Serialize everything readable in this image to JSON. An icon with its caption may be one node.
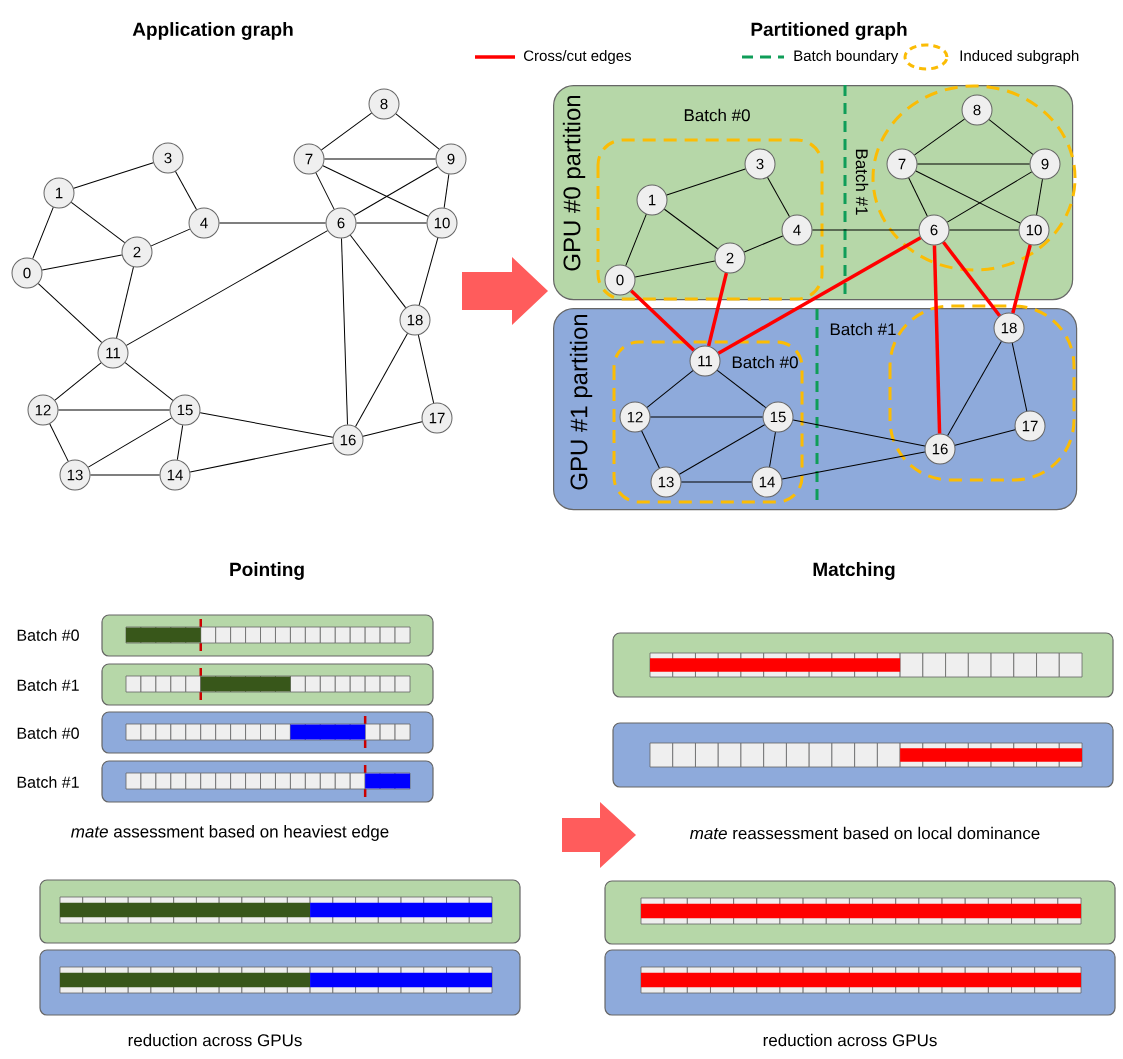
{
  "diagram": {
    "nodes": [
      {
        "text": [
          "0"
        ]
      },
      {
        "text": [
          "1"
        ]
      },
      {
        "text": [
          "2"
        ]
      },
      {
        "text": [
          "3"
        ]
      },
      {
        "text": [
          "4"
        ]
      },
      {
        "text": [
          "6"
        ]
      },
      {
        "text": [
          "7"
        ]
      },
      {
        "text": [
          "8"
        ]
      },
      {
        "text": [
          "9"
        ]
      },
      {
        "text": [
          "10"
        ]
      },
      {
        "text": [
          "11"
        ]
      },
      {
        "text": [
          "12"
        ]
      },
      {
        "text": [
          "13"
        ]
      },
      {
        "text": [
          "14"
        ]
      },
      {
        "text": [
          "15"
        ]
      },
      {
        "text": [
          "16"
        ]
      },
      {
        "text": [
          "17"
        ]
      },
      {
        "text": [
          "18"
        ]
      },
      {
        "text": [
          "GPU #0 partition",
          "Batch #0",
          "Batch #1"
        ]
      },
      {
        "text": [
          "0"
        ],
        "in": 18
      },
      {
        "text": [
          "1"
        ],
        "in": 18
      },
      {
        "text": [
          "2"
        ],
        "in": 18
      },
      {
        "text": [
          "3"
        ],
        "in": 18
      },
      {
        "text": [
          "4"
        ],
        "in": 18
      },
      {
        "text": [
          "6"
        ],
        "in": 18
      },
      {
        "text": [
          "7"
        ],
        "in": 18
      },
      {
        "text": [
          "8"
        ],
        "in": 18
      },
      {
        "text": [
          "9"
        ],
        "in": 18
      },
      {
        "text": [
          "10"
        ],
        "in": 18
      },
      {
        "text": [
          "GPU #1 partition",
          "Batch #1",
          "Batch #0"
        ]
      },
      {
        "text": [
          "11"
        ],
        "in": 29
      },
      {
        "text": [
          "12"
        ],
        "in": 29
      },
      {
        "text": [
          "13"
        ],
        "in": 29
      },
      {
        "text": [
          "14"
        ],
        "in": 29
      },
      {
        "text": [
          "15"
        ],
        "in": 29
      },
      {
        "text": [
          "16"
        ],
        "in": 29
      },
      {
        "text": [
          "17"
        ],
        "in": 29
      },
      {
        "text": [
          "18"
        ],
        "in": 29
      }
    ],
    "edges": [
      {
        "from": 0,
        "to": 1,
        "arrow": "none"
      },
      {
        "from": 0,
        "to": 2,
        "arrow": "none"
      },
      {
        "from": 0,
        "to": 10,
        "arrow": "none"
      },
      {
        "from": 1,
        "to": 3,
        "arrow": "none"
      },
      {
        "from": 1,
        "to": 2,
        "arrow": "none"
      },
      {
        "from": 2,
        "to": 4,
        "arrow": "none"
      },
      {
        "from": 2,
        "to": 10,
        "arrow": "none"
      },
      {
        "from": 3,
        "to": 4,
        "arrow": "none"
      },
      {
        "from": 4,
        "to": 5,
        "arrow": "none"
      },
      {
        "from": 5,
        "to": 10,
        "arrow": "none"
      },
      {
        "from": 5,
        "to": 6,
        "arrow": "none"
      },
      {
        "from": 5,
        "to": 8,
        "arrow": "none"
      },
      {
        "from": 5,
        "to": 9,
        "arrow": "none"
      },
      {
        "from": 5,
        "to": 17,
        "arrow": "none"
      },
      {
        "from": 5,
        "to": 15,
        "arrow": "none"
      },
      {
        "from": 6,
        "to": 7,
        "arrow": "none"
      },
      {
        "from": 6,
        "to": 8,
        "arrow": "none"
      },
      {
        "from": 6,
        "to": 9,
        "arrow": "none"
      },
      {
        "from": 7,
        "to": 8,
        "arrow": "none"
      },
      {
        "from": 8,
        "to": 9,
        "arrow": "none"
      },
      {
        "from": 9,
        "to": 17,
        "arrow": "none"
      },
      {
        "from": 10,
        "to": 11,
        "arrow": "none"
      },
      {
        "from": 10,
        "to": 14,
        "arrow": "none"
      },
      {
        "from": 11,
        "to": 14,
        "arrow": "none"
      },
      {
        "from": 11,
        "to": 12,
        "arrow": "none"
      },
      {
        "from": 12,
        "to": 14,
        "arrow": "none"
      },
      {
        "from": 12,
        "to": 13,
        "arrow": "none"
      },
      {
        "from": 13,
        "to": 14,
        "arrow": "none"
      },
      {
        "from": 13,
        "to": 15,
        "arrow": "none"
      },
      {
        "from": 14,
        "to": 15,
        "arrow": "none"
      },
      {
        "from": 15,
        "to": 17,
        "arrow": "none"
      },
      {
        "from": 15,
        "to": 16,
        "arrow": "none"
      },
      {
        "from": 16,
        "to": 17,
        "arrow": "none"
      },
      {
        "from": 19,
        "to": 20,
        "arrow": "none"
      },
      {
        "from": 19,
        "to": 21,
        "arrow": "none"
      },
      {
        "from": 19,
        "to": 30,
        "arrow": "none",
        "style": "thick",
        "color": "#ff0000"
      },
      {
        "from": 20,
        "to": 22,
        "arrow": "none"
      },
      {
        "from": 20,
        "to": 21,
        "arrow": "none"
      },
      {
        "from": 21,
        "to": 23,
        "arrow": "none"
      },
      {
        "from": 21,
        "to": 30,
        "arrow": "none",
        "style": "thick",
        "color": "#ff0000"
      },
      {
        "from": 22,
        "to": 23,
        "arrow": "none"
      },
      {
        "from": 23,
        "to": 24,
        "arrow": "none"
      },
      {
        "from": 24,
        "to": 30,
        "arrow": "none",
        "style": "thick",
        "color": "#ff0000"
      },
      {
        "from": 24,
        "to": 25,
        "arrow": "none"
      },
      {
        "from": 24,
        "to": 27,
        "arrow": "none"
      },
      {
        "from": 24,
        "to": 28,
        "arrow": "none"
      },
      {
        "from": 24,
        "to": 37,
        "arrow": "none",
        "style": "thick",
        "color": "#ff0000"
      },
      {
        "from": 24,
        "to": 35,
        "arrow": "none",
        "style": "thick",
        "color": "#ff0000"
      },
      {
        "from": 25,
        "to": 26,
        "arrow": "none"
      },
      {
        "from": 25,
        "to": 27,
        "arrow": "none"
      },
      {
        "from": 25,
        "to": 28,
        "arrow": "none"
      },
      {
        "from": 26,
        "to": 27,
        "arrow": "none"
      },
      {
        "from": 27,
        "to": 28,
        "arrow": "none"
      },
      {
        "from": 28,
        "to": 37,
        "arrow": "none",
        "style": "thick",
        "color": "#ff0000"
      },
      {
        "from": 30,
        "to": 31,
        "arrow": "none"
      },
      {
        "from": 30,
        "to": 34,
        "arrow": "none"
      },
      {
        "from": 31,
        "to": 34,
        "arrow": "none"
      },
      {
        "from": 31,
        "to": 32,
        "arrow": "none"
      },
      {
        "from": 32,
        "to": 34,
        "arrow": "none"
      },
      {
        "from": 32,
        "to": 33,
        "arrow": "none"
      },
      {
        "from": 33,
        "to": 34,
        "arrow": "none"
      },
      {
        "from": 33,
        "to": 35,
        "arrow": "none"
      },
      {
        "from": 34,
        "to": 35,
        "arrow": "none"
      },
      {
        "from": 35,
        "to": 37,
        "arrow": "none"
      },
      {
        "from": 35,
        "to": 36,
        "arrow": "none"
      },
      {
        "from": 36,
        "to": 37,
        "arrow": "none"
      }
    ],
    "labels": [
      "Application graph",
      "Partitioned graph",
      "Pointing",
      "Matching",
      "Batch #0",
      "Batch #1",
      "Batch #0",
      "Batch #1",
      "*mate* assessment based on heaviest edge",
      "*mate* reassessment based on local dominance",
      "reduction across GPUs",
      "reduction across GPUs"
    ],
    "legend": [
      {
        "text": "Cross/cut edges"
      },
      {
        "text": "Batch boundary"
      },
      {
        "text": "Induced subgraph"
      }
    ]
  }
}
